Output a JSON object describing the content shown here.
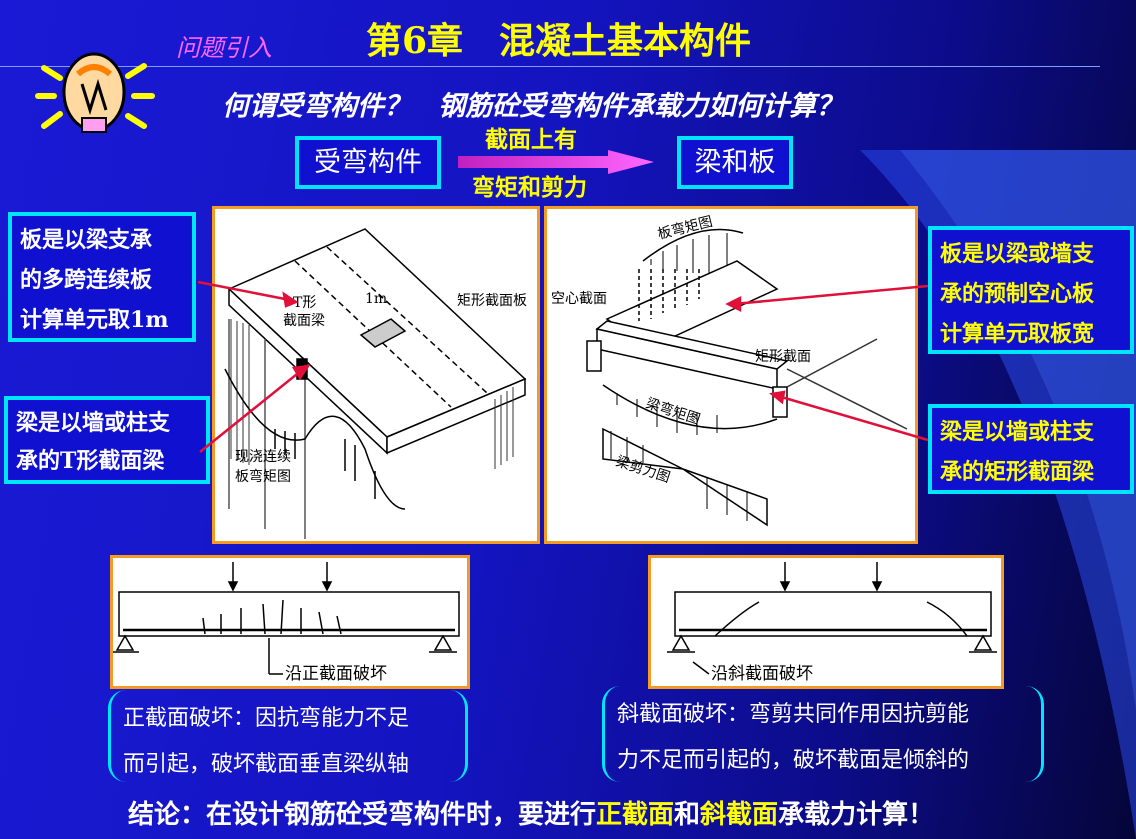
{
  "header": {
    "section_label": "问题引入",
    "chapter_title": "第6章　混凝土基本构件"
  },
  "question": "何谓受弯构件？　钢筋砼受弯构件承载力如何计算？",
  "flow": {
    "left_box": "受弯构件",
    "arrow_top": "截面上有",
    "arrow_bottom": "弯矩和剪力",
    "right_box": "梁和板"
  },
  "callouts": {
    "left_top": [
      "板是以梁支承",
      "的多跨连续板",
      "计算单元取1m"
    ],
    "left_bottom": [
      "梁是以墙或柱支",
      "承的T形截面梁"
    ],
    "right_top": [
      "板是以梁或墙支",
      "承的预制空心板",
      "计算单元取板宽"
    ],
    "right_bottom": [
      "梁是以墙或柱支",
      "承的矩形截面梁"
    ]
  },
  "diagram_left": {
    "label_1m": "1m",
    "label_t_beam": [
      "T形",
      "截面梁"
    ],
    "label_rect_slab": "矩形截面板",
    "label_moment": [
      "现浇连续",
      "板弯矩图"
    ]
  },
  "diagram_right": {
    "label_slab_moment": "板弯矩图",
    "label_hollow": "空心截面",
    "label_rect": "矩形截面",
    "label_beam_moment": "梁弯矩图",
    "label_shear": "梁剪力图"
  },
  "failure_left": {
    "caption": "沿正截面破坏",
    "description": [
      "正截面破坏：因抗弯能力不足",
      "而引起，破坏截面垂直梁纵轴"
    ]
  },
  "failure_right": {
    "caption": "沿斜截面破坏",
    "description": [
      "斜截面破坏：弯剪共同作用因抗剪能",
      "力不足而引起的，破坏截面是倾斜的"
    ]
  },
  "conclusion": {
    "prefix": "结论：在设计钢筋砼受弯构件时，要进行",
    "term1": "正截面",
    "mid": "和",
    "term2": "斜截面",
    "suffix": "承载力计算！"
  },
  "colors": {
    "accent_cyan": "#00e5ff",
    "highlight_yellow": "#ffff00",
    "panel_border": "#f59a23",
    "arrow_pink": "#ff33ff"
  }
}
